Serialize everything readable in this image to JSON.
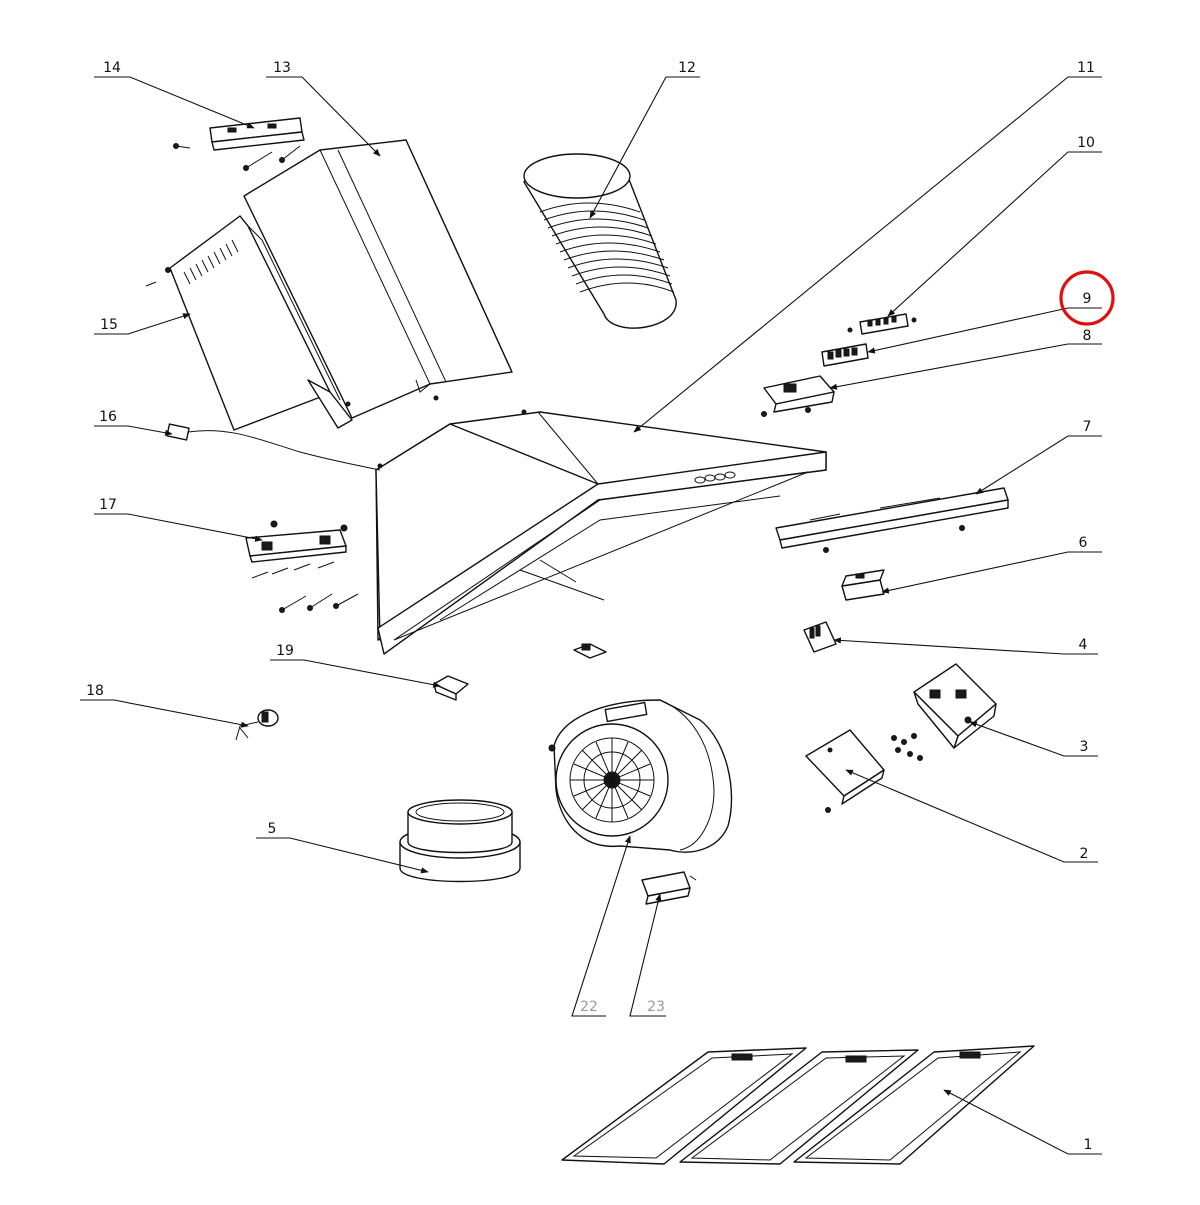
{
  "diagram": {
    "colors": {
      "line": "#111111",
      "highlight": "#e01010",
      "grey_label": "#9a9a9a",
      "background": "#ffffff"
    },
    "highlighted_label": "9",
    "callouts": [
      {
        "id": "c1",
        "label": "1"
      },
      {
        "id": "c2",
        "label": "2"
      },
      {
        "id": "c3",
        "label": "3"
      },
      {
        "id": "c4",
        "label": "4"
      },
      {
        "id": "c5",
        "label": "5"
      },
      {
        "id": "c6",
        "label": "6"
      },
      {
        "id": "c7",
        "label": "7"
      },
      {
        "id": "c8",
        "label": "8"
      },
      {
        "id": "c9",
        "label": "9"
      },
      {
        "id": "c10",
        "label": "10"
      },
      {
        "id": "c11",
        "label": "11"
      },
      {
        "id": "c12",
        "label": "12"
      },
      {
        "id": "c13",
        "label": "13"
      },
      {
        "id": "c14",
        "label": "14"
      },
      {
        "id": "c15",
        "label": "15"
      },
      {
        "id": "c16",
        "label": "16"
      },
      {
        "id": "c17",
        "label": "17"
      },
      {
        "id": "c18",
        "label": "18"
      },
      {
        "id": "c19",
        "label": "19"
      },
      {
        "id": "c22",
        "label": "22"
      },
      {
        "id": "c23",
        "label": "23"
      }
    ]
  }
}
